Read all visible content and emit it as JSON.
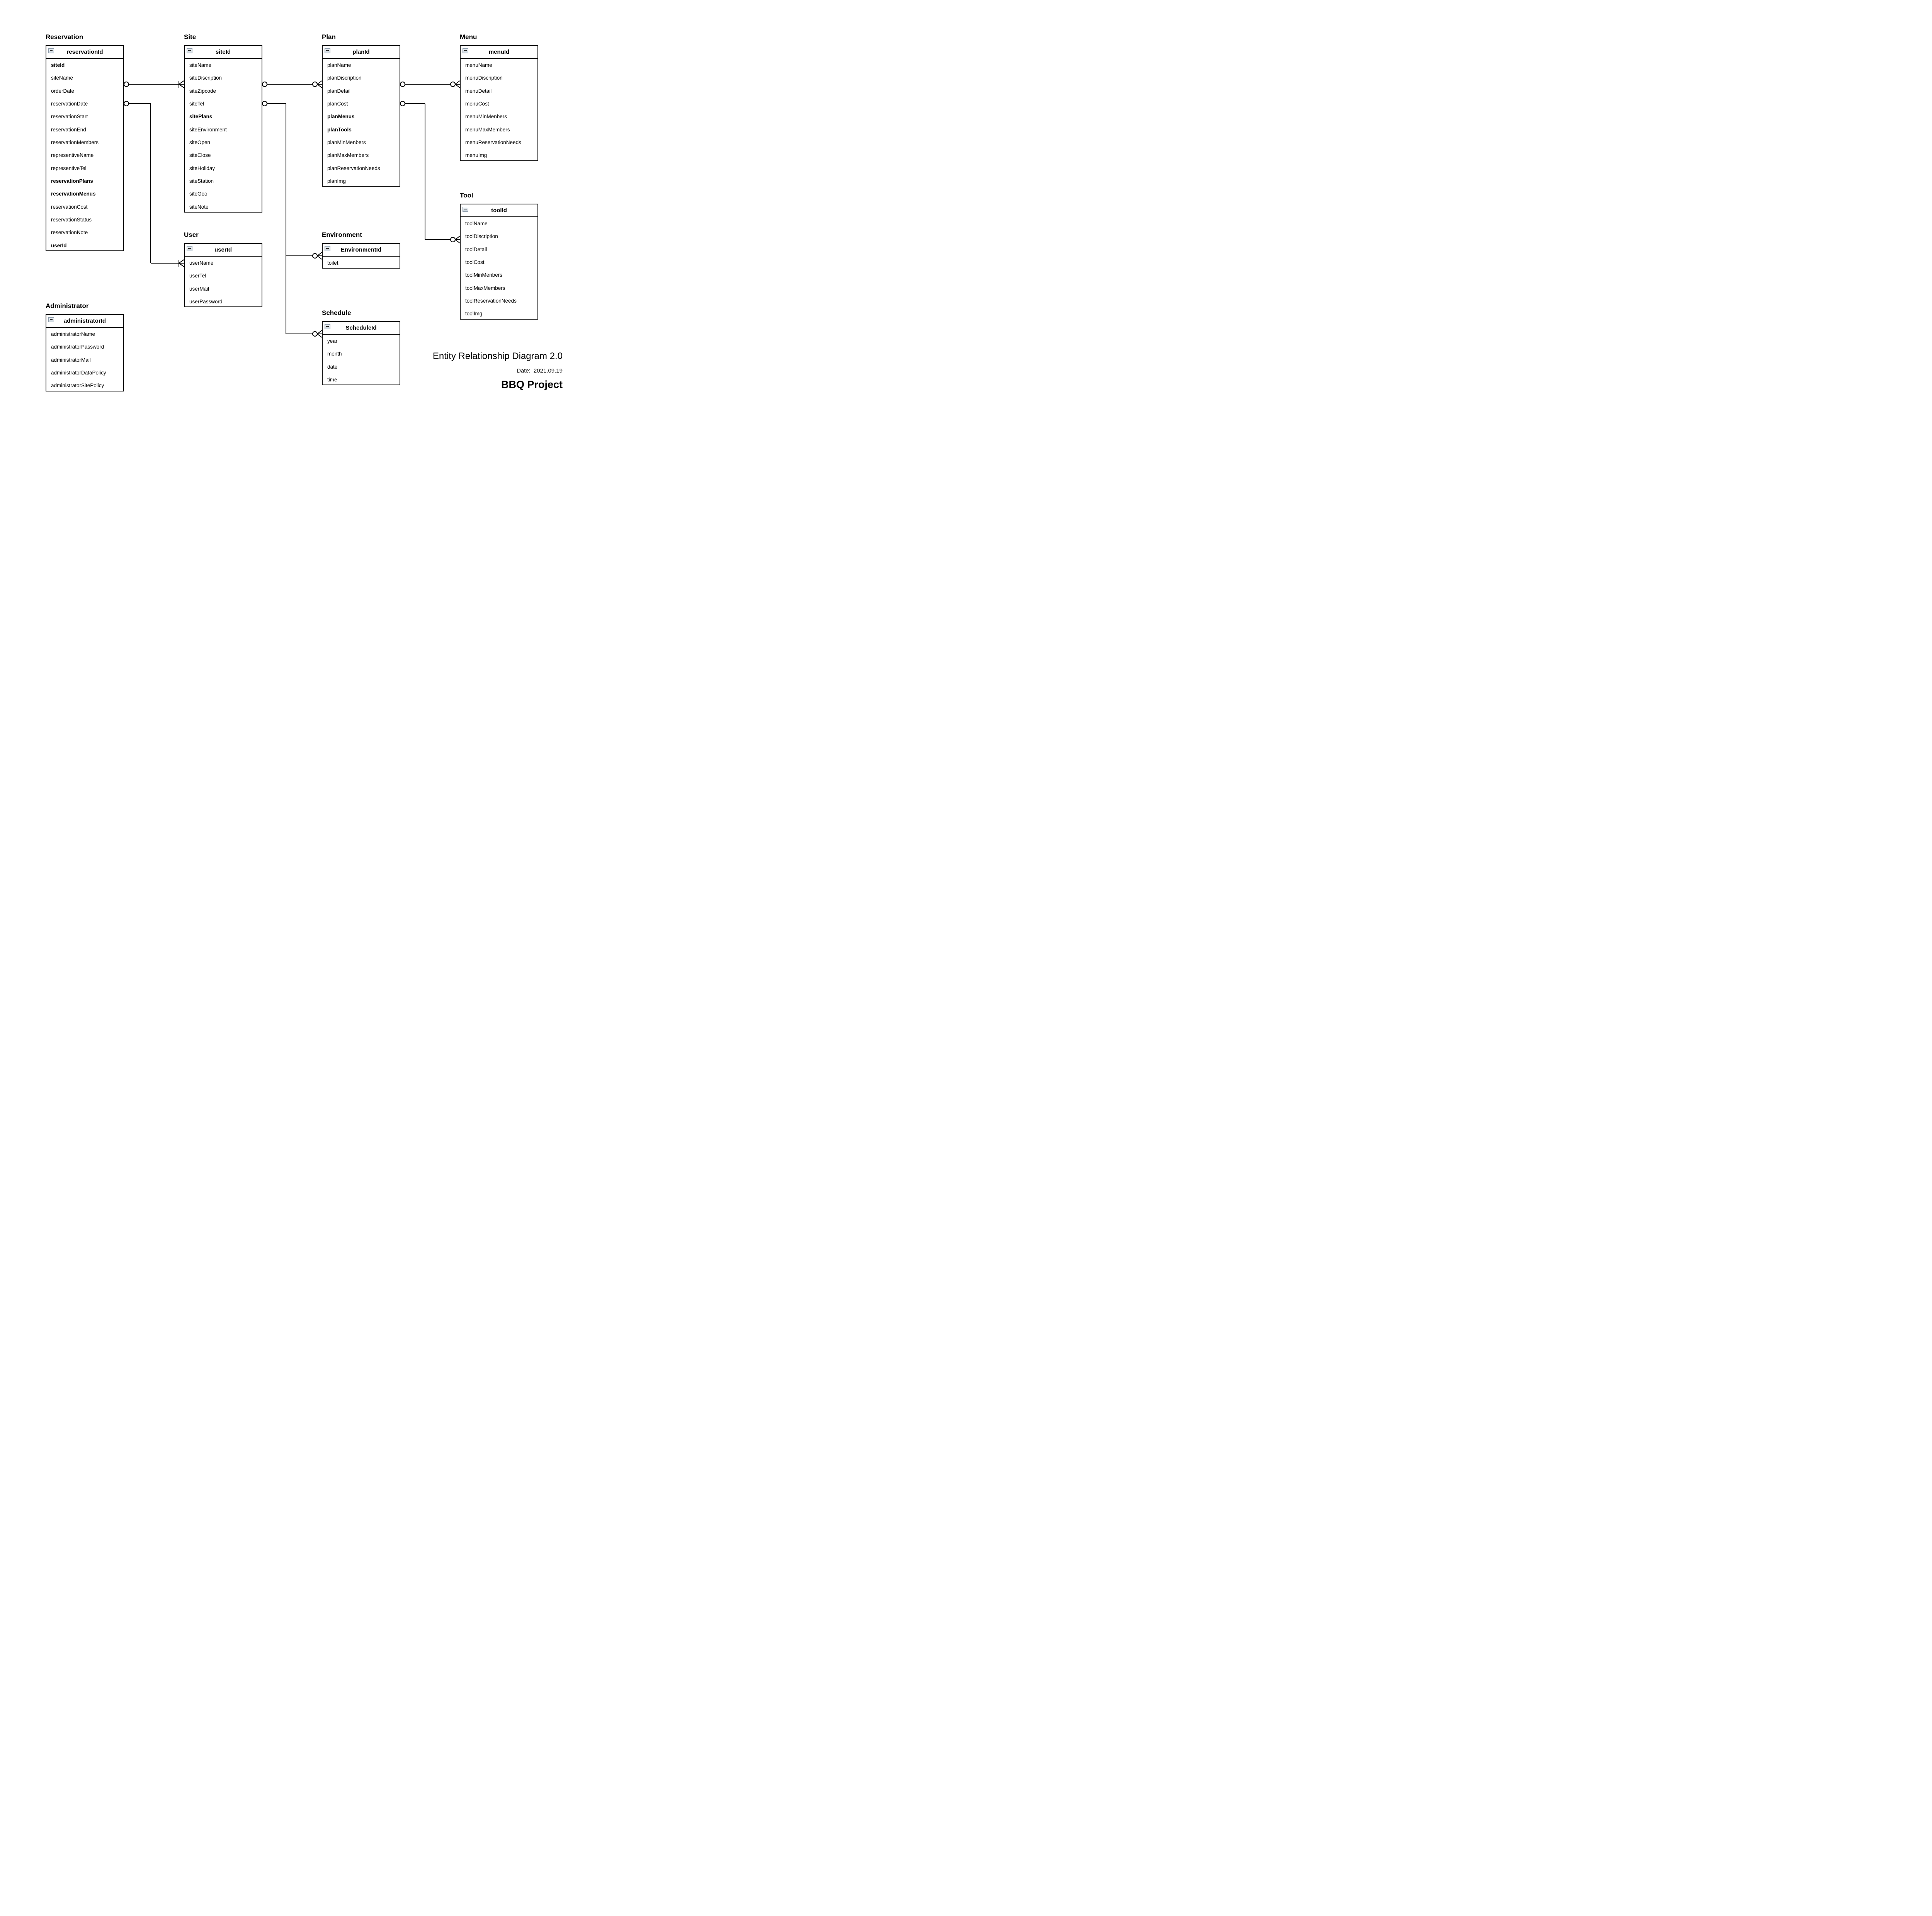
{
  "document": {
    "title": "Entity Relationship Diagram 2.0",
    "date_label": "Date:",
    "date_value": "2021.09.19",
    "project": "BBQ Project"
  },
  "entities": [
    {
      "id": "reservation",
      "title": "Reservation",
      "key": "reservationId",
      "collapse_icon": "minus-box-icon",
      "fields": [
        {
          "label": "siteId",
          "bold": true
        },
        {
          "label": "siteName",
          "bold": false
        },
        {
          "label": "orderDate",
          "bold": false
        },
        {
          "label": "reservationDate",
          "bold": false
        },
        {
          "label": "reservationStart",
          "bold": false
        },
        {
          "label": "reservationEnd",
          "bold": false
        },
        {
          "label": "reservationMembers",
          "bold": false
        },
        {
          "label": "representiveName",
          "bold": false
        },
        {
          "label": "representiveTel",
          "bold": false
        },
        {
          "label": "reservationPlans",
          "bold": true
        },
        {
          "label": "reservationMenus",
          "bold": true
        },
        {
          "label": "reservationCost",
          "bold": false
        },
        {
          "label": "reservationStatus",
          "bold": false
        },
        {
          "label": "reservationNote",
          "bold": false
        },
        {
          "label": "userId",
          "bold": true
        }
      ]
    },
    {
      "id": "site",
      "title": "Site",
      "key": "siteId",
      "collapse_icon": "minus-box-icon",
      "fields": [
        {
          "label": "siteName",
          "bold": false
        },
        {
          "label": "siteDiscription",
          "bold": false
        },
        {
          "label": "siteZipcode",
          "bold": false
        },
        {
          "label": "siteTel",
          "bold": false
        },
        {
          "label": "sitePlans",
          "bold": true
        },
        {
          "label": "siteEnvironment",
          "bold": false
        },
        {
          "label": "siteOpen",
          "bold": false
        },
        {
          "label": "siteClose",
          "bold": false
        },
        {
          "label": "siteHoliday",
          "bold": false
        },
        {
          "label": "siteStation",
          "bold": false
        },
        {
          "label": "siteGeo",
          "bold": false
        },
        {
          "label": "siteNote",
          "bold": false
        }
      ]
    },
    {
      "id": "plan",
      "title": "Plan",
      "key": "planId",
      "collapse_icon": "minus-box-icon",
      "fields": [
        {
          "label": "planName",
          "bold": false
        },
        {
          "label": "planDiscription",
          "bold": false
        },
        {
          "label": "planDetail",
          "bold": false
        },
        {
          "label": "planCost",
          "bold": false
        },
        {
          "label": "planMenus",
          "bold": true
        },
        {
          "label": "planTools",
          "bold": true
        },
        {
          "label": "planMinMenbers",
          "bold": false
        },
        {
          "label": "planMaxMembers",
          "bold": false
        },
        {
          "label": "planReservationNeeds",
          "bold": false
        },
        {
          "label": "planImg",
          "bold": false
        }
      ]
    },
    {
      "id": "menu",
      "title": "Menu",
      "key": "menuId",
      "collapse_icon": "minus-box-icon",
      "fields": [
        {
          "label": "menuName",
          "bold": false
        },
        {
          "label": "menuDiscription",
          "bold": false
        },
        {
          "label": "menuDetail",
          "bold": false
        },
        {
          "label": "menuCost",
          "bold": false
        },
        {
          "label": "menuMinMenbers",
          "bold": false
        },
        {
          "label": "menuMaxMembers",
          "bold": false
        },
        {
          "label": "menuReservationNeeds",
          "bold": false
        },
        {
          "label": "menuImg",
          "bold": false
        }
      ]
    },
    {
      "id": "tool",
      "title": "Tool",
      "key": "toolId",
      "collapse_icon": "minus-box-icon",
      "fields": [
        {
          "label": "toolName",
          "bold": false
        },
        {
          "label": "toolDiscription",
          "bold": false
        },
        {
          "label": "toolDetail",
          "bold": false
        },
        {
          "label": "toolCost",
          "bold": false
        },
        {
          "label": "toolMinMenbers",
          "bold": false
        },
        {
          "label": "toolMaxMembers",
          "bold": false
        },
        {
          "label": "toolReservationNeeds",
          "bold": false
        },
        {
          "label": "toolImg",
          "bold": false
        }
      ]
    },
    {
      "id": "user",
      "title": "User",
      "key": "userId",
      "collapse_icon": "minus-box-icon",
      "fields": [
        {
          "label": "userName",
          "bold": false
        },
        {
          "label": "userTel",
          "bold": false
        },
        {
          "label": "userMail",
          "bold": false
        },
        {
          "label": "userPassword",
          "bold": false
        }
      ]
    },
    {
      "id": "environment",
      "title": "Environment",
      "key": "EnvironmentId",
      "collapse_icon": "minus-box-icon",
      "fields": [
        {
          "label": "toilet",
          "bold": false
        }
      ]
    },
    {
      "id": "schedule",
      "title": "Schedule",
      "key": "ScheduleId",
      "collapse_icon": "minus-box-icon",
      "fields": [
        {
          "label": "year",
          "bold": false
        },
        {
          "label": "month",
          "bold": false
        },
        {
          "label": "date",
          "bold": false
        },
        {
          "label": "time",
          "bold": false
        }
      ]
    },
    {
      "id": "administrator",
      "title": "Administrator",
      "key": "administratorId",
      "collapse_icon": "minus-box-icon",
      "fields": [
        {
          "label": "administratorName",
          "bold": false
        },
        {
          "label": "administratorPassword",
          "bold": false
        },
        {
          "label": "administratorMail",
          "bold": false
        },
        {
          "label": "administratorDataPolicy",
          "bold": false
        },
        {
          "label": "administratorSitePolicy",
          "bold": false
        }
      ]
    }
  ],
  "relationships": [
    {
      "from": "reservation",
      "to": "site",
      "from_end": "zero",
      "to_end": "one-to-many"
    },
    {
      "from": "reservation",
      "to": "user",
      "from_end": "zero",
      "to_end": "one-to-many"
    },
    {
      "from": "site",
      "to": "plan",
      "from_end": "zero",
      "to_end": "zero-to-many"
    },
    {
      "from": "site",
      "to": "environment",
      "from_end": "zero",
      "to_end": "zero-to-many"
    },
    {
      "from": "site",
      "to": "schedule",
      "from_end": "zero",
      "to_end": "zero-to-many"
    },
    {
      "from": "plan",
      "to": "menu",
      "from_end": "zero",
      "to_end": "zero-to-many"
    },
    {
      "from": "plan",
      "to": "tool",
      "from_end": "zero",
      "to_end": "zero-to-many"
    }
  ]
}
